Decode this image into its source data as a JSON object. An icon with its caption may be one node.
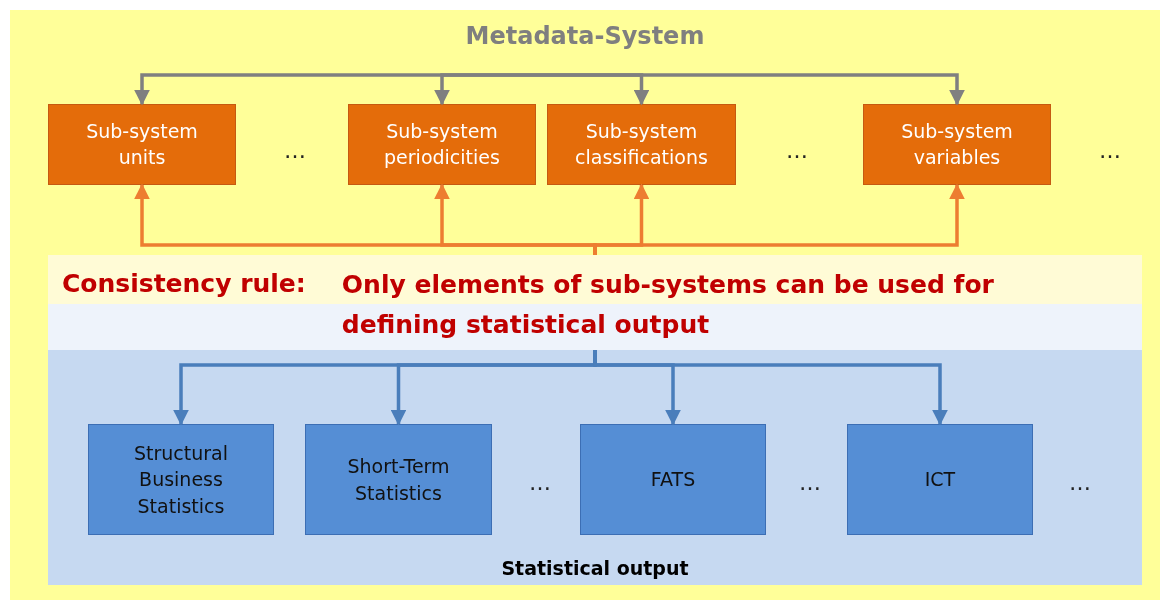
{
  "diagram": {
    "nodes": [
      {
        "text": [
          "Metadata-System"
        ]
      },
      {
        "text": [
          "Sub-system units"
        ],
        "in": 0
      },
      {
        "text": [
          "Sub-system periodicities"
        ],
        "in": 0
      },
      {
        "text": [
          "Sub-system classifications"
        ],
        "in": 0
      },
      {
        "text": [
          "Sub-system variables"
        ],
        "in": 0
      },
      {
        "text": [
          "Consistency rule:",
          "Only elements of sub-systems can be used for defining statistical output"
        ],
        "in": 0
      },
      {
        "text": [
          "Statistical output"
        ],
        "in": 0
      },
      {
        "text": [
          "Structural Business Statistics"
        ],
        "in": 6
      },
      {
        "text": [
          "Short-Term Statistics"
        ],
        "in": 6
      },
      {
        "text": [
          "FATS"
        ],
        "in": 6
      },
      {
        "text": [
          "ICT"
        ],
        "in": 6
      }
    ],
    "edges": [
      {
        "from": null,
        "to": 1,
        "arrow": "to",
        "color": "#808080"
      },
      {
        "from": null,
        "to": 2,
        "arrow": "to",
        "color": "#808080"
      },
      {
        "from": null,
        "to": 3,
        "arrow": "to",
        "color": "#808080"
      },
      {
        "from": null,
        "to": 4,
        "arrow": "to",
        "color": "#808080"
      },
      {
        "from": 5,
        "to": 1,
        "arrow": "to",
        "color": "#ed7d31"
      },
      {
        "from": 5,
        "to": 2,
        "arrow": "to",
        "color": "#ed7d31"
      },
      {
        "from": 5,
        "to": 3,
        "arrow": "to",
        "color": "#ed7d31"
      },
      {
        "from": 5,
        "to": 4,
        "arrow": "to",
        "color": "#ed7d31"
      },
      {
        "from": 5,
        "to": 7,
        "arrow": "to",
        "color": "#4a7ebb"
      },
      {
        "from": 5,
        "to": 8,
        "arrow": "to",
        "color": "#4a7ebb"
      },
      {
        "from": 5,
        "to": 9,
        "arrow": "to",
        "color": "#4a7ebb"
      },
      {
        "from": 5,
        "to": 10,
        "arrow": "to",
        "color": "#4a7ebb"
      }
    ],
    "labels": [
      "…",
      "…",
      "…",
      "…",
      "…",
      "…"
    ]
  }
}
